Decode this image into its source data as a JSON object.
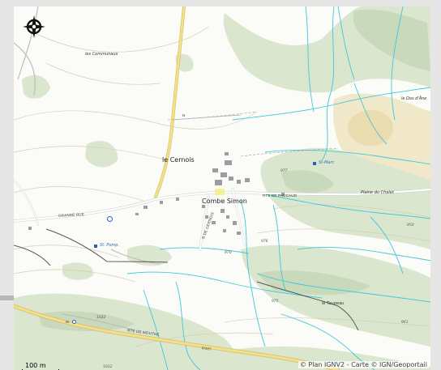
{
  "map": {
    "places": {
      "les_communaux": "les Communaux",
      "le_cernois": "le Cernois",
      "combe_simon": "Combe Simon",
      "dos_ane": "le Dos d'Âne",
      "plaine_chalet": "Plaine du Chalet",
      "le_taupeau": "le Taupeau"
    },
    "roads": {
      "grande_rue": "GRANDE RUE",
      "rte_paccaud": "RTE DE PACCAUD",
      "rte_mouthe": "RTE DE MOUTHE",
      "rue_vertical": "R DE CERNOIS",
      "d_road": "D437"
    },
    "water": {
      "st_marc": "St-Marc",
      "st_pomp": "St. Pomp."
    },
    "spot_heights": [
      "977",
      "976",
      "970",
      "950",
      "975",
      "961",
      "1012",
      "1022"
    ],
    "road_marker": "N",
    "scale_label": "100 m",
    "attribution": "© Plan IGNV2 - Carte © IGN/Geoportail"
  },
  "icons": {
    "compass": "compass-rose-icon",
    "water_point": "square-water-icon",
    "location": "location-circle-icon"
  },
  "colors": {
    "forest": "#d9e4cc",
    "forest_dark": "#c2d3b5",
    "stream": "#36c7da",
    "road_main": "#f0d77a",
    "road_outline": "#d8c06a",
    "building": "#9a9aa0",
    "contour": "#cfc4a6",
    "hill_warm": "#e9d8a8"
  }
}
